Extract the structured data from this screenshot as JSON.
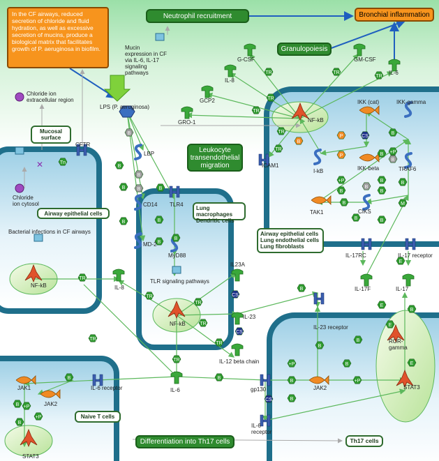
{
  "title_boxes": {
    "cf_note": "In the CF airways, reduced secretion of chloride and fluid hydration, as well as excessive secretion of mucins, produce a biological matrix that facilitates growth of P. aeruginosa in biofilm.",
    "neutrophil": "Neutrophil recruitment",
    "bronchial": "Bronchial inflammation",
    "granulopoiesis": "Granulopoiesis",
    "leukocyte": "Leukocyte transendothelial migration",
    "differentiation": "Differentiation into Th17 cells",
    "th17": "Th17 cells"
  },
  "region_labels": {
    "mucosal": "Mucosal surface",
    "airway_epi": "Airway epithelial cells",
    "macrophages": "Lung macrophages Dendritic cells",
    "multi": "Airway epithelial cells Lung endothelial cells Lung fibroblasts",
    "naive": "Naive T cells"
  },
  "text_labels": {
    "mucin": "Mucin expression in CF via IL-6, IL-17 signaling pathways",
    "lps": "LPS (P. aeruginosa)",
    "chloride_extra": "Chloride ion extracellular region",
    "chloride_cyto": "Chloride ion cytosol",
    "cftr": "CFTR",
    "bacterial": "Bacterial infections in CF airways",
    "tlr_path": "TLR signaling pathways"
  },
  "nodes": {
    "gcsf": "G-CSF",
    "il8_top": "IL-8",
    "gcp2": "GCP2",
    "gro1": "GRO-1",
    "gmcsf": "GM-CSF",
    "il6_top": "IL-6",
    "nfkb_top": "NF-kB",
    "ikk_cat": "IKK (cat)",
    "ikk_gamma": "IKK-gamma",
    "ikk_beta": "IKK-beta",
    "ikb": "I-kB",
    "traf6": "TRAF6",
    "tak1": "TAK1",
    "ciks": "CIKS",
    "icam1": "ICAM1",
    "lbp": "LBP",
    "cd14": "CD14",
    "tlr4": "TLR4",
    "md2": "MD-2",
    "myd88": "MyD88",
    "nfkb_left": "NF-kB",
    "il8_mid": "IL-8",
    "nfkb_mid": "NF-kB",
    "il23a": "IL23A",
    "il23": "IL-23",
    "il12b": "IL-12 beta chain",
    "il17rc": "IL-17RC",
    "il17r": "IL-17 receptor",
    "il17f": "IL-17F",
    "il17": "IL-17",
    "il23r": "IL-23 receptor",
    "ror": "ROR-gamma",
    "stat3_right": "STAT3",
    "jak2_mid": "JAK2",
    "gp130": "gp130",
    "il6r_mid": "IL-6 receptor",
    "il6_mid": "IL-6",
    "il6r_left": "IL-6 receptor",
    "jak1": "JAK1",
    "jak2_left": "JAK2",
    "stat3_left": "STAT3"
  },
  "colors": {
    "cell_border": "#1f6f8b",
    "green": "#2f8b2f",
    "orange": "#f7941d",
    "arrow": "#1f5fbf"
  }
}
